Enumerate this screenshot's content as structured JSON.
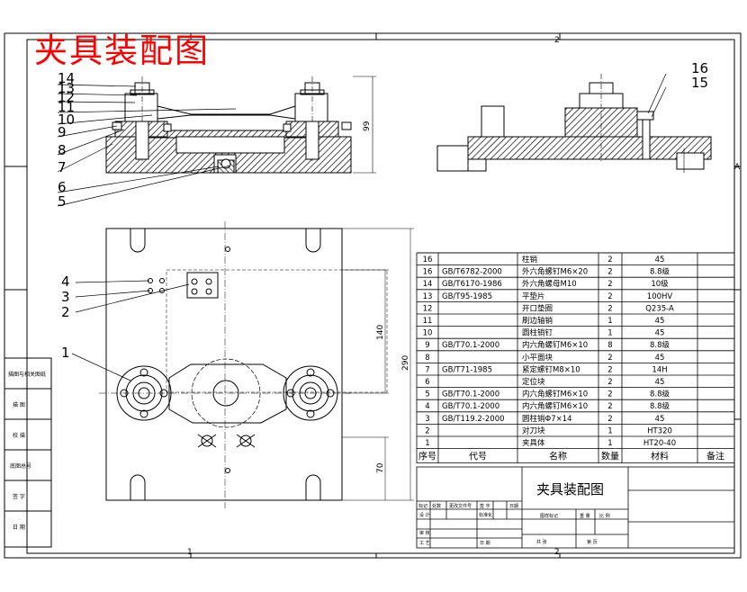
{
  "title_red": "夹具装配图",
  "colors": {
    "line": "#000000",
    "hatch": "#000000",
    "title": "#ff0000",
    "paper": "#ffffff"
  },
  "zone_marks": {
    "top": "2",
    "bottom_left": "1",
    "bottom_right": "2",
    "right": "A"
  },
  "callouts": [
    "14",
    "13",
    "12",
    "11",
    "10",
    "9",
    "8",
    "7",
    "6",
    "5",
    "4",
    "3",
    "2",
    "1",
    "16",
    "15"
  ],
  "dimensions": {
    "height_front": "99",
    "overall": "290",
    "upper": "140",
    "lower": "70"
  },
  "left_strip": [
    "描图与相关图纸",
    "描 图",
    "校 描",
    "底图总号",
    "签 字",
    "日 期"
  ],
  "bom": {
    "rows": [
      {
        "no": "16",
        "code": "",
        "name": "柱销",
        "qty": "2",
        "mat": "45",
        "note": ""
      },
      {
        "no": "16",
        "code": "GB/T6782-2000",
        "name": "外六角螺钉M6×20",
        "qty": "2",
        "mat": "8.8级",
        "note": ""
      },
      {
        "no": "14",
        "code": "GB/T6170-1986",
        "name": "外六角螺母M10",
        "qty": "2",
        "mat": "10级",
        "note": ""
      },
      {
        "no": "13",
        "code": "GB/T95-1985",
        "name": "平垫片",
        "qty": "2",
        "mat": "100HV",
        "note": ""
      },
      {
        "no": "12",
        "code": "",
        "name": "开口垫圈",
        "qty": "2",
        "mat": "Q235-A",
        "note": ""
      },
      {
        "no": "11",
        "code": "",
        "name": "刷边轴销",
        "qty": "1",
        "mat": "45",
        "note": ""
      },
      {
        "no": "10",
        "code": "",
        "name": "圆柱销钉",
        "qty": "1",
        "mat": "45",
        "note": ""
      },
      {
        "no": "9",
        "code": "GB/T70.1-2000",
        "name": "内六角螺钉M6×10",
        "qty": "8",
        "mat": "8.8级",
        "note": ""
      },
      {
        "no": "8",
        "code": "",
        "name": "小平面块",
        "qty": "2",
        "mat": "45",
        "note": ""
      },
      {
        "no": "7",
        "code": "GB/T71-1985",
        "name": "紧定螺钉M8×10",
        "qty": "2",
        "mat": "14H",
        "note": ""
      },
      {
        "no": "6",
        "code": "",
        "name": "定位块",
        "qty": "2",
        "mat": "45",
        "note": ""
      },
      {
        "no": "5",
        "code": "GB/T70.1-2000",
        "name": "内六角螺钉M6×10",
        "qty": "2",
        "mat": "8.8级",
        "note": ""
      },
      {
        "no": "4",
        "code": "GB/T70.1-2000",
        "name": "内六角螺钉M6×10",
        "qty": "2",
        "mat": "8.8级",
        "note": ""
      },
      {
        "no": "3",
        "code": "GB/T119.2-2000",
        "name": "圆柱销Φ7×14",
        "qty": "2",
        "mat": "45",
        "note": ""
      },
      {
        "no": "2",
        "code": "",
        "name": "对刀块",
        "qty": "1",
        "mat": "HT320",
        "note": ""
      },
      {
        "no": "1",
        "code": "",
        "name": "夹具体",
        "qty": "1",
        "mat": "HT20-40",
        "note": ""
      }
    ],
    "header": {
      "no": "序号",
      "code": "代号",
      "name": "名称",
      "qty": "数量",
      "mat": "材料",
      "note": "备注"
    }
  },
  "title_block": {
    "drawing_name": "夹具装配图",
    "change_labels": [
      "标记",
      "处数",
      "更改文件号",
      "签 字",
      "日期"
    ],
    "process_labels": [
      "设 计",
      "",
      "标准化"
    ],
    "stage_labels": [
      "图样标记",
      "重 量",
      "比 例"
    ],
    "approve_labels": [
      "审 核",
      "工 艺",
      "日 期"
    ],
    "sheet_labels": [
      "共  张",
      "第  页"
    ]
  }
}
